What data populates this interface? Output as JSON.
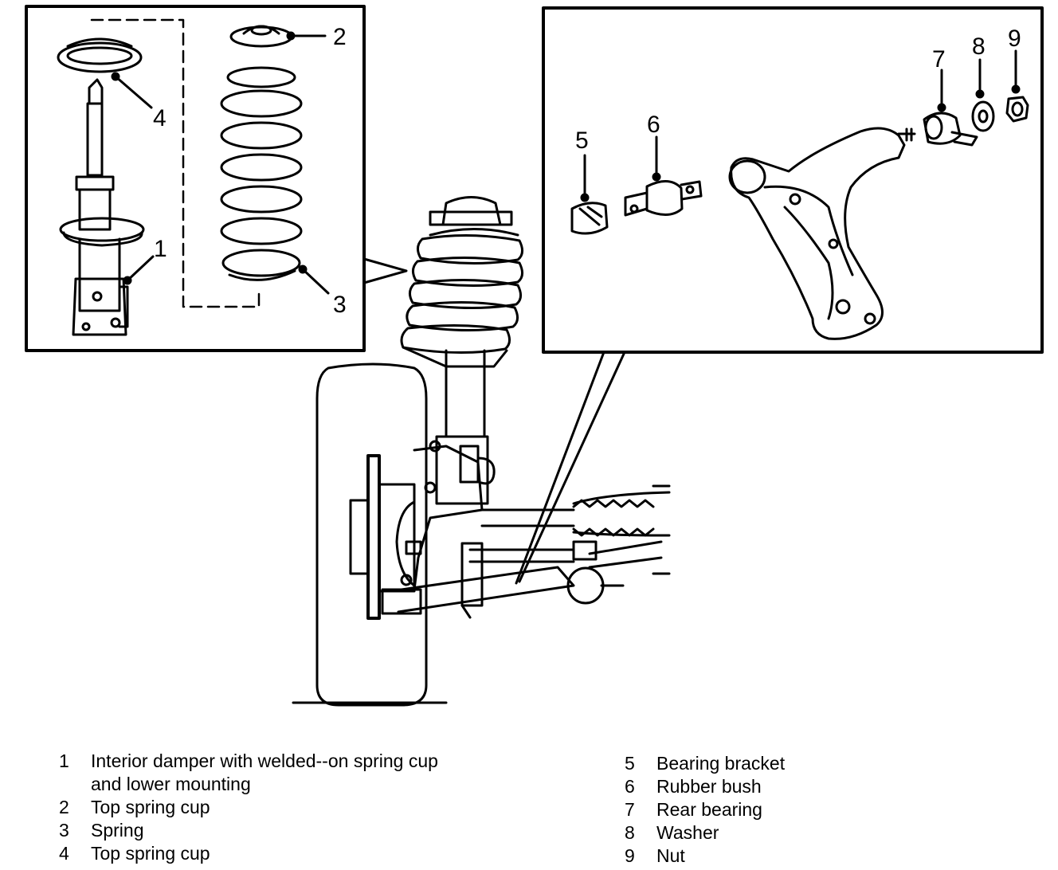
{
  "callouts": {
    "c1": "1",
    "c2": "2",
    "c3": "3",
    "c4": "4",
    "c5": "5",
    "c6": "6",
    "c7": "7",
    "c8": "8",
    "c9": "9"
  },
  "legend": {
    "left": [
      {
        "num": "1",
        "text": "Interior damper with welded--on spring cup",
        "text2": "and lower mounting"
      },
      {
        "num": "2",
        "text": "Top spring cup"
      },
      {
        "num": "3",
        "text": "Spring"
      },
      {
        "num": "4",
        "text": "Top spring cup"
      }
    ],
    "right": [
      {
        "num": "5",
        "text": "Bearing bracket"
      },
      {
        "num": "6",
        "text": "Rubber bush"
      },
      {
        "num": "7",
        "text": "Rear bearing"
      },
      {
        "num": "8",
        "text": "Washer"
      },
      {
        "num": "9",
        "text": "Nut"
      }
    ]
  },
  "colors": {
    "ink": "#000000",
    "paper": "#ffffff"
  }
}
